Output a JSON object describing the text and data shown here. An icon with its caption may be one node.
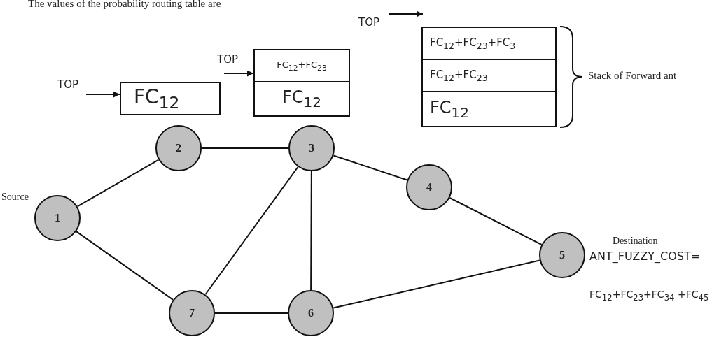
{
  "diagram": {
    "nodes": [
      {
        "text": [
          "1"
        ],
        "beside": [
          "Source"
        ]
      },
      {
        "text": [
          "2"
        ]
      },
      {
        "text": [
          "3"
        ]
      },
      {
        "text": [
          "4"
        ]
      },
      {
        "text": [
          "5"
        ],
        "beside": [
          "Destination",
          "ANT_FUZZY_COST=",
          "FC$_{12}$+FC$_{23}$+FC$_{34}$ +FC$_{45}$"
        ]
      },
      {
        "text": [
          "6"
        ]
      },
      {
        "text": [
          "7"
        ]
      },
      {
        "text": [
          "FC$_{12}$"
        ]
      },
      {
        "text": [
          "FC$_{12}$+FC$_{23}$"
        ]
      },
      {
        "text": [
          "FC$_{12}$"
        ]
      },
      {
        "text": [
          "FC$_{12}$+FC$_{23}$+FC$_{3}$"
        ]
      },
      {
        "text": [
          "FC$_{12}$+FC$_{23}$"
        ]
      },
      {
        "text": [
          "FC$_{12}$"
        ]
      }
    ],
    "edges": [
      {
        "from": 0,
        "to": 1,
        "arrow": "none"
      },
      {
        "from": 1,
        "to": 2,
        "arrow": "none"
      },
      {
        "from": 2,
        "to": 3,
        "arrow": "none"
      },
      {
        "from": 3,
        "to": 4,
        "arrow": "none"
      },
      {
        "from": 0,
        "to": 6,
        "arrow": "none"
      },
      {
        "from": 6,
        "to": 5,
        "arrow": "none"
      },
      {
        "from": 2,
        "to": 5,
        "arrow": "none"
      },
      {
        "from": 2,
        "to": 6,
        "arrow": "none"
      },
      {
        "from": 5,
        "to": 4,
        "arrow": "none"
      },
      {
        "from": null,
        "to": 7,
        "arrow": "to"
      },
      {
        "from": null,
        "to": 8,
        "arrow": "to"
      }
    ],
    "labels": [
      "The values of the probability routing table are",
      "TOP",
      "TOP",
      "TOP",
      "Stack of Forward ant"
    ]
  }
}
